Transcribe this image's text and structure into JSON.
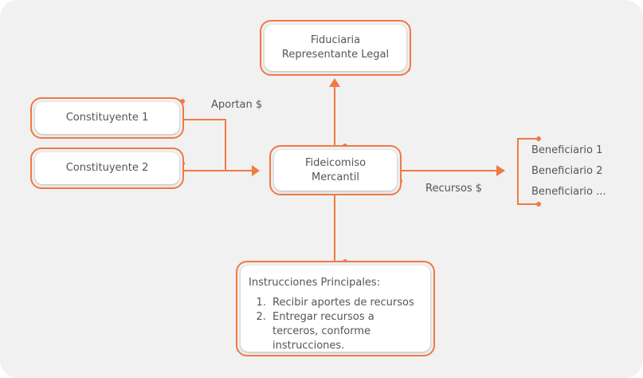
{
  "nodes": {
    "fiduciaria": {
      "line1": "Fiduciaria",
      "line2": "Representante Legal"
    },
    "constituyente1": {
      "label": "Constituyente 1"
    },
    "constituyente2": {
      "label": "Constituyente 2"
    },
    "fideicomiso": {
      "line1": "Fideicomiso",
      "line2": "Mercantil"
    },
    "instrucciones": {
      "title": "Instrucciones Principales:",
      "items": [
        "Recibir aportes de recursos",
        "Entregar recursos a terceros, conforme instrucciones."
      ]
    }
  },
  "edge_labels": {
    "aportan": "Aportan $",
    "recursos": "Recursos $"
  },
  "beneficiarios": [
    "Beneficiario 1",
    "Beneficiario 2",
    "Beneficiario ..."
  ],
  "colors": {
    "accent": "#ef7a44",
    "background": "#f1f1f1",
    "text": "#555555"
  }
}
